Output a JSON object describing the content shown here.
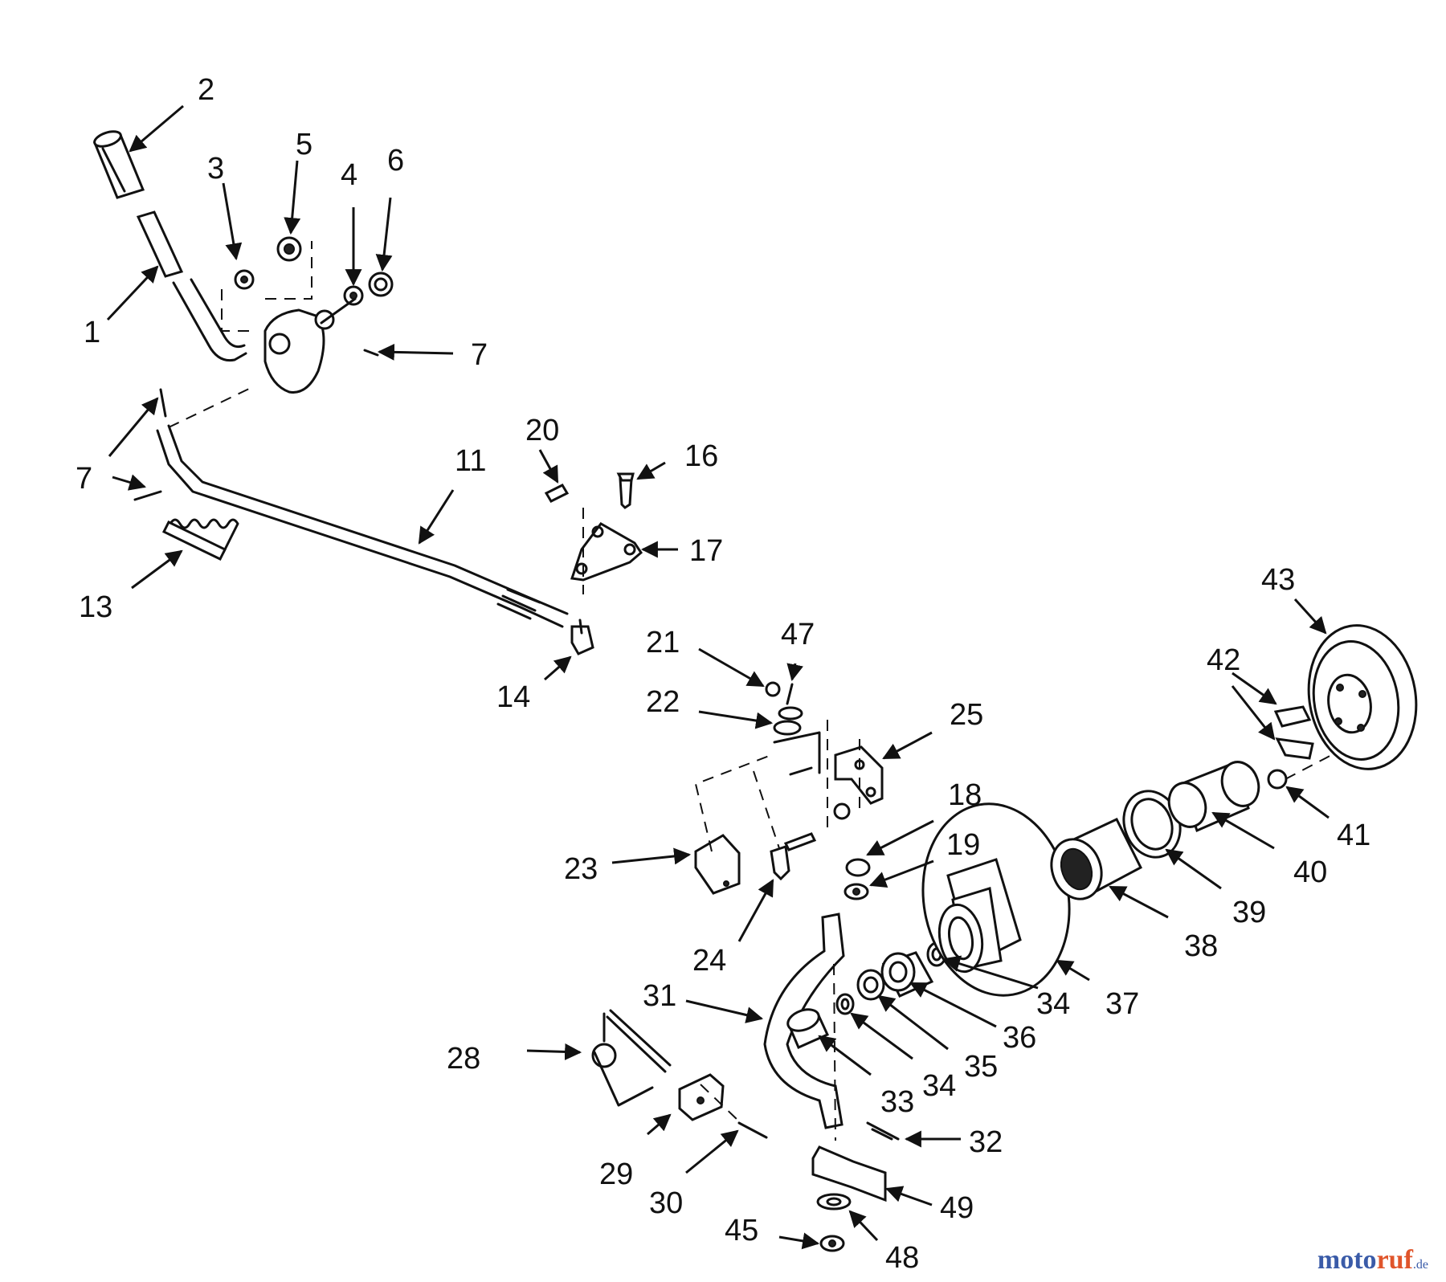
{
  "callouts": [
    {
      "id": "c2",
      "text": "2"
    },
    {
      "id": "c3",
      "text": "3"
    },
    {
      "id": "c5",
      "text": "5"
    },
    {
      "id": "c4",
      "text": "4"
    },
    {
      "id": "c6",
      "text": "6"
    },
    {
      "id": "c1",
      "text": "1"
    },
    {
      "id": "c7a",
      "text": "7"
    },
    {
      "id": "c7b",
      "text": "7"
    },
    {
      "id": "c11",
      "text": "11"
    },
    {
      "id": "c20",
      "text": "20"
    },
    {
      "id": "c16",
      "text": "16"
    },
    {
      "id": "c17",
      "text": "17"
    },
    {
      "id": "c13",
      "text": "13"
    },
    {
      "id": "c14",
      "text": "14"
    },
    {
      "id": "c21",
      "text": "21"
    },
    {
      "id": "c47",
      "text": "47"
    },
    {
      "id": "c22",
      "text": "22"
    },
    {
      "id": "c25",
      "text": "25"
    },
    {
      "id": "c43",
      "text": "43"
    },
    {
      "id": "c42",
      "text": "42"
    },
    {
      "id": "c18",
      "text": "18"
    },
    {
      "id": "c19",
      "text": "19"
    },
    {
      "id": "c23",
      "text": "23"
    },
    {
      "id": "c24",
      "text": "24"
    },
    {
      "id": "c41",
      "text": "41"
    },
    {
      "id": "c40",
      "text": "40"
    },
    {
      "id": "c39",
      "text": "39"
    },
    {
      "id": "c38",
      "text": "38"
    },
    {
      "id": "c37",
      "text": "37"
    },
    {
      "id": "c34a",
      "text": "34"
    },
    {
      "id": "c36",
      "text": "36"
    },
    {
      "id": "c35",
      "text": "35"
    },
    {
      "id": "c34b",
      "text": "34"
    },
    {
      "id": "c33",
      "text": "33"
    },
    {
      "id": "c31",
      "text": "31"
    },
    {
      "id": "c28",
      "text": "28"
    },
    {
      "id": "c32",
      "text": "32"
    },
    {
      "id": "c29",
      "text": "29"
    },
    {
      "id": "c30",
      "text": "30"
    },
    {
      "id": "c49",
      "text": "49"
    },
    {
      "id": "c45",
      "text": "45"
    },
    {
      "id": "c48",
      "text": "48"
    }
  ],
  "watermark": {
    "part1": "moto",
    "part2": "ruf",
    "suffix": ".de"
  }
}
